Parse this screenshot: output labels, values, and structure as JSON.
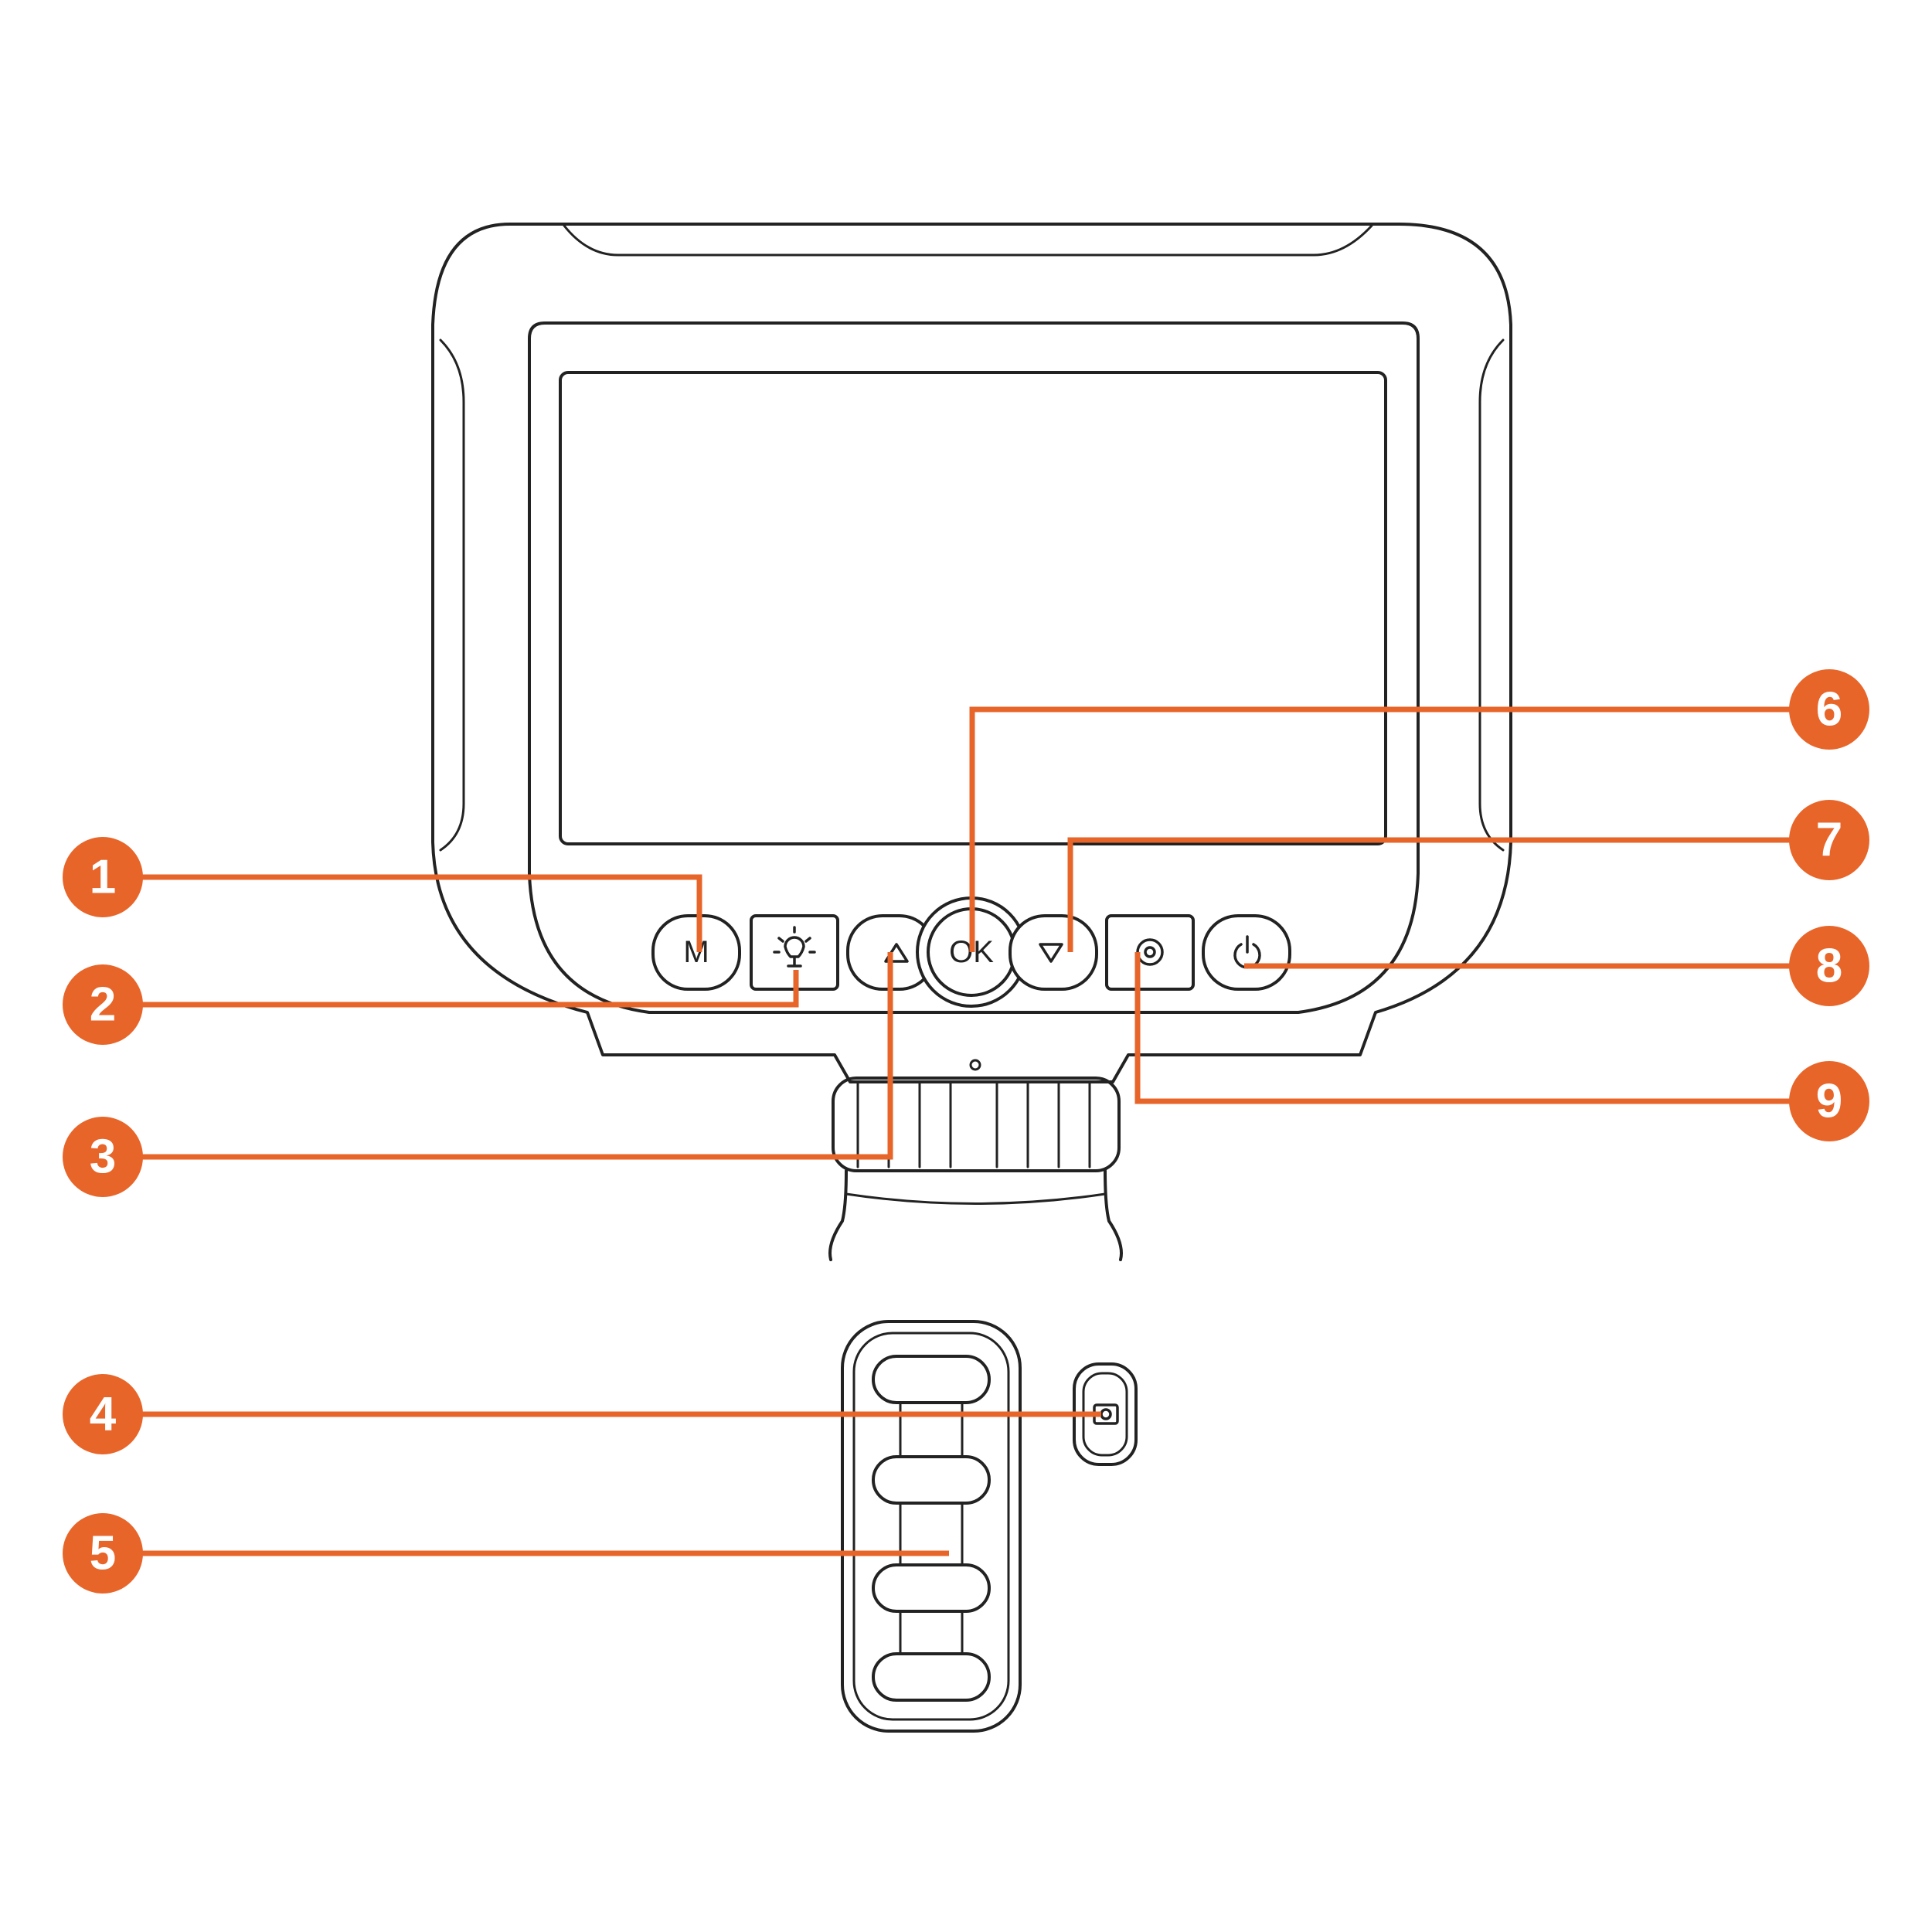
{
  "colors": {
    "accent": "#e8652a",
    "line": "#222222",
    "background": "#ffffff"
  },
  "device": {
    "buttons": [
      {
        "id": "m",
        "glyph": "M",
        "icon": "mode-icon"
      },
      {
        "id": "light",
        "glyph": "",
        "icon": "light-bulb-icon"
      },
      {
        "id": "up",
        "glyph": "",
        "icon": "up-triangle-icon"
      },
      {
        "id": "ok",
        "glyph": "OK",
        "icon": "ok-icon"
      },
      {
        "id": "down",
        "glyph": "",
        "icon": "down-triangle-icon"
      },
      {
        "id": "settings",
        "glyph": "",
        "icon": "gear-icon"
      },
      {
        "id": "power",
        "glyph": "",
        "icon": "power-icon"
      }
    ],
    "side_button_icon": "camera-icon"
  },
  "callouts": [
    {
      "number": "1",
      "target": "m"
    },
    {
      "number": "2",
      "target": "light"
    },
    {
      "number": "3",
      "target": "up"
    },
    {
      "number": "4",
      "target": "camera"
    },
    {
      "number": "5",
      "target": "grip"
    },
    {
      "number": "6",
      "target": "ok"
    },
    {
      "number": "7",
      "target": "down"
    },
    {
      "number": "8",
      "target": "power"
    },
    {
      "number": "9",
      "target": "settings"
    }
  ]
}
